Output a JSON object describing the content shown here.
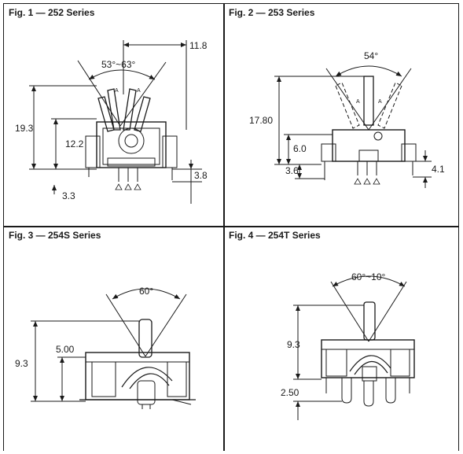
{
  "figures": [
    {
      "title": "Fig. 1 — 252 Series",
      "angle": "53°~63°",
      "dims": {
        "width_top": "11.8",
        "height_total": "19.3",
        "height_body": "12.2",
        "pin_len": "3.8",
        "base": "3.3"
      },
      "markers": [
        "A",
        "A"
      ]
    },
    {
      "title": "Fig. 2 — 253 Series",
      "angle": "54°",
      "dims": {
        "height_total": "17.80",
        "height_body": "6.0",
        "base": "3.6",
        "pin_len": "4.1"
      },
      "markers": [
        "A",
        "A"
      ]
    },
    {
      "title": "Fig. 3 — 254S Series",
      "angle": "60°",
      "dims": {
        "height_total": "9.3",
        "height_body": "5.00"
      }
    },
    {
      "title": "Fig. 4 — 254T Series",
      "angle": "60°~10°",
      "dims": {
        "height_total": "9.3",
        "pin_len": "2.50"
      }
    }
  ]
}
